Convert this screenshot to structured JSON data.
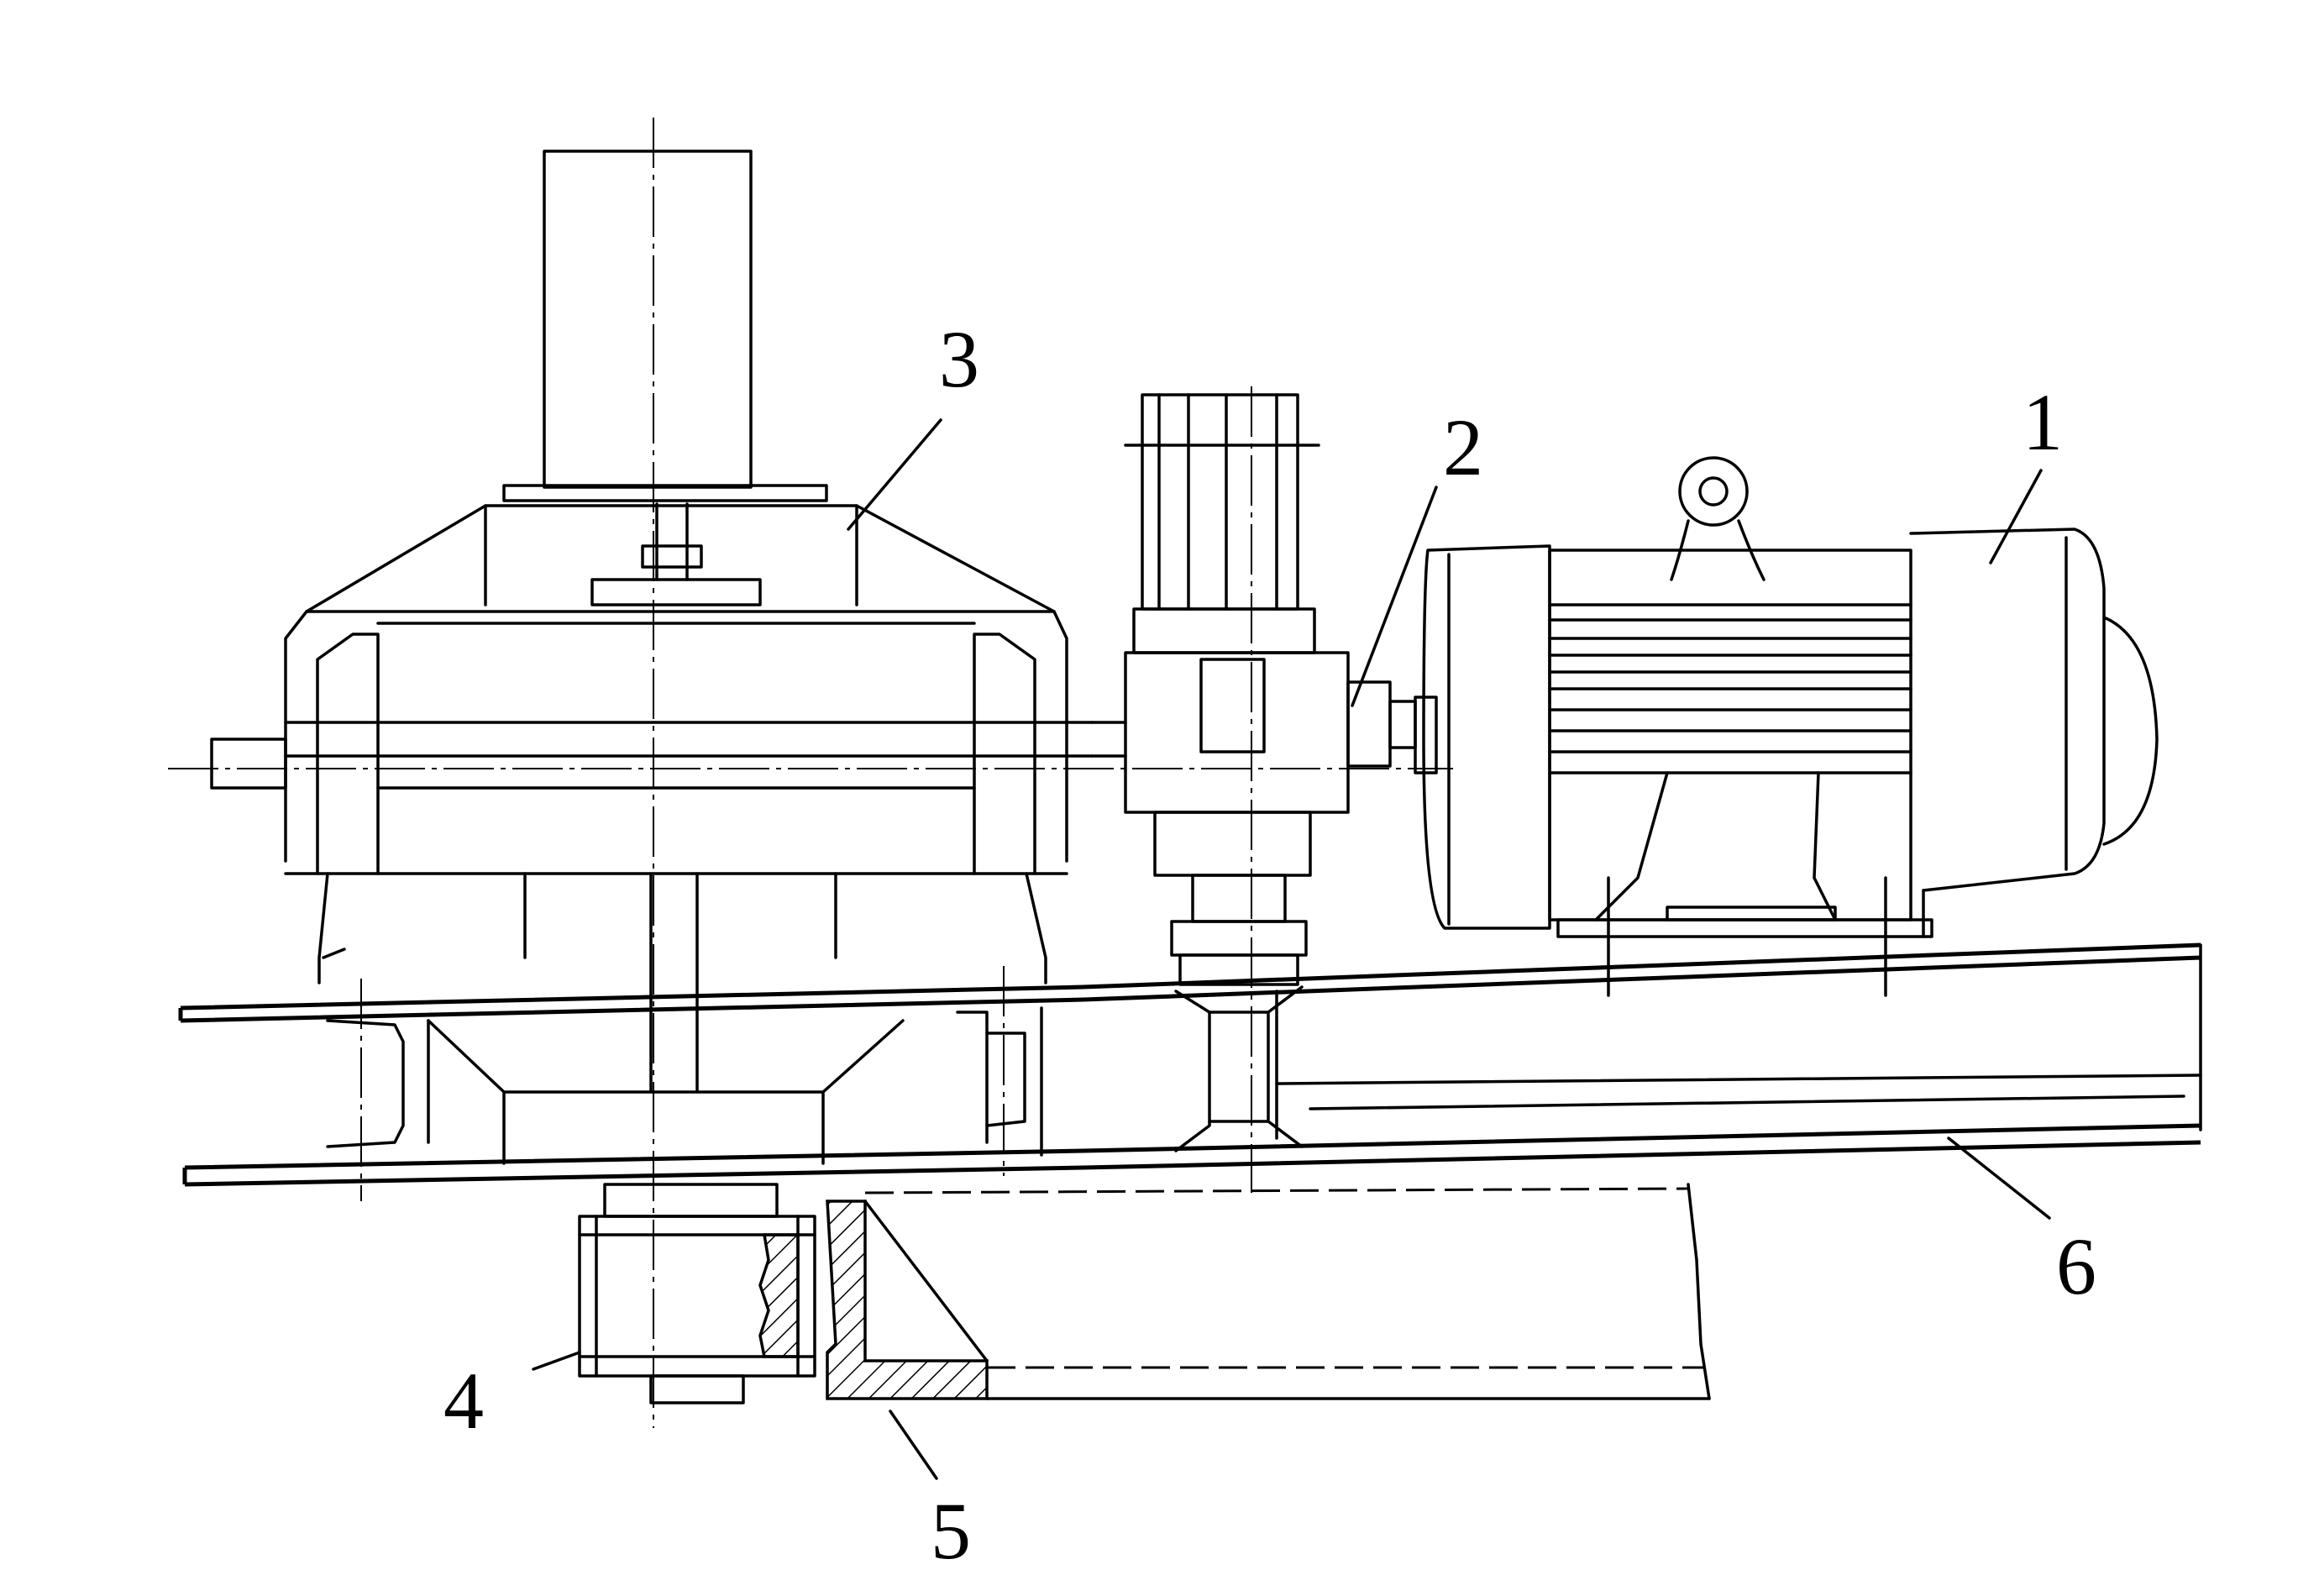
{
  "labels": {
    "motor": "1",
    "coupling": "2",
    "reducer": "3",
    "wheel": "4",
    "end_beam": "5",
    "frame": "6"
  }
}
